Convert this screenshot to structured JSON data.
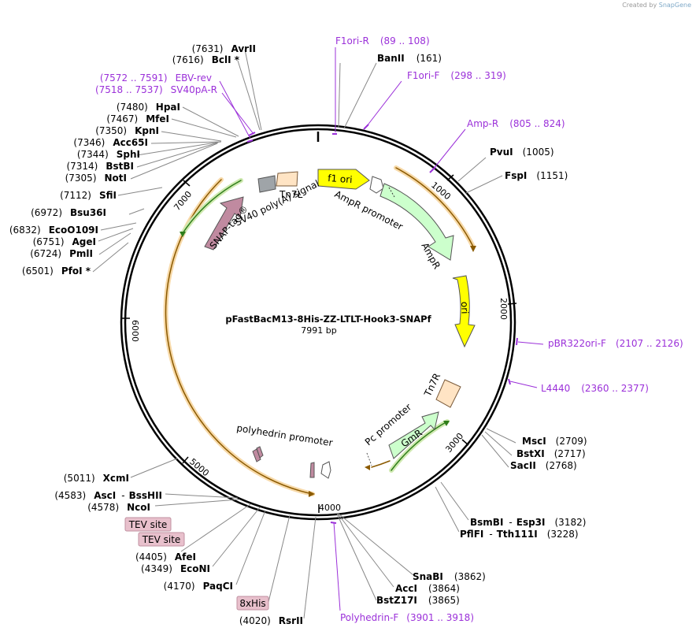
{
  "brand": {
    "created_by": "Created by",
    "logo": "SnapGene"
  },
  "plasmid": {
    "name": "pFastBacM13-8His-ZZ-LTLT-Hook3-SNAPf",
    "size": "7991 bp"
  },
  "ticks": [
    "1000",
    "2000",
    "3000",
    "4000",
    "5000",
    "6000",
    "7000"
  ],
  "features": {
    "f1ori": "f1 ori",
    "tn7l": "Tn7L",
    "ampr_promoter": "AmpR promoter",
    "sv40": "SV40 poly(A) signal",
    "snap": "SNAP-tag®",
    "ampr": "AmpR",
    "ori": "ori",
    "tn7r": "Tn7R",
    "gmr": "GmR",
    "pc_promoter": "Pc promoter",
    "polyhedrin": "polyhedrin promoter",
    "tev1": "TEV site",
    "tev2": "TEV site",
    "his8": "8xHis"
  },
  "primers": {
    "f1ori_r": {
      "name": "F1ori-R",
      "range": "(89 .. 108)"
    },
    "f1ori_f": {
      "name": "F1ori-F",
      "range": "(298 .. 319)"
    },
    "amp_r": {
      "name": "Amp-R",
      "range": "(805 .. 824)"
    },
    "pbr322": {
      "name": "pBR322ori-F",
      "range": "(2107 .. 2126)"
    },
    "l4440": {
      "name": "L4440",
      "range": "(2360 .. 2377)"
    },
    "polyhedrin_f": {
      "name": "Polyhedrin-F",
      "range": "(3901 .. 3918)"
    },
    "ebv_rev": {
      "name": "EBV-rev",
      "range": "(7572 .. 7591)"
    },
    "sv40pa_r": {
      "name": "SV40pA-R",
      "range": "(7518 .. 7537)"
    }
  },
  "sites": {
    "banii": {
      "name": "BanII",
      "pos": "(161)"
    },
    "pvui": {
      "name": "PvuI",
      "pos": "(1005)"
    },
    "fspi": {
      "name": "FspI",
      "pos": "(1151)"
    },
    "msci": {
      "name": "MscI",
      "pos": "(2709)"
    },
    "bstxi": {
      "name": "BstXI",
      "pos": "(2717)"
    },
    "sacii": {
      "name": "SacII",
      "pos": "(2768)"
    },
    "bsmbi": {
      "name": "BsmBI",
      "pos": "(3182)",
      "alt": "Esp3I"
    },
    "pflfi": {
      "name": "PflFI",
      "pos": "(3228)",
      "alt": "Tth111I"
    },
    "snabi": {
      "name": "SnaBI",
      "pos": "(3862)"
    },
    "acci": {
      "name": "AccI",
      "pos": "(3864)"
    },
    "bstz17i": {
      "name": "BstZ17I",
      "pos": "(3865)"
    },
    "rsrii": {
      "name": "RsrII",
      "pos": "(4020)"
    },
    "paqci": {
      "name": "PaqCI",
      "pos": "(4170)"
    },
    "econi": {
      "name": "EcoNI",
      "pos": "(4349)"
    },
    "afei": {
      "name": "AfeI",
      "pos": "(4405)"
    },
    "ncoi": {
      "name": "NcoI",
      "pos": "(4578)"
    },
    "asci": {
      "name": "AscI",
      "pos": "(4583)",
      "alt": "BssHII"
    },
    "xcmi": {
      "name": "XcmI",
      "pos": "(5011)"
    },
    "pfoi": {
      "name": "PfoI *",
      "pos": "(6501)"
    },
    "pmli": {
      "name": "PmlI",
      "pos": "(6724)"
    },
    "agei": {
      "name": "AgeI",
      "pos": "(6751)"
    },
    "ecoo109i": {
      "name": "EcoO109I",
      "pos": "(6832)"
    },
    "bsu36i": {
      "name": "Bsu36I",
      "pos": "(6972)"
    },
    "sfii": {
      "name": "SfiI",
      "pos": "(7112)"
    },
    "noti": {
      "name": "NotI",
      "pos": "(7305)"
    },
    "bstbi": {
      "name": "BstBI",
      "pos": "(7314)"
    },
    "sphi": {
      "name": "SphI",
      "pos": "(7344)"
    },
    "acc65i": {
      "name": "Acc65I",
      "pos": "(7346)"
    },
    "kpni": {
      "name": "KpnI",
      "pos": "(7350)"
    },
    "mfei": {
      "name": "MfeI",
      "pos": "(7467)"
    },
    "hpai": {
      "name": "HpaI",
      "pos": "(7480)"
    },
    "bcli": {
      "name": "BclI *",
      "pos": "(7616)"
    },
    "avrii": {
      "name": "AvrII",
      "pos": "(7631)"
    }
  },
  "colors": {
    "backbone": "#000000",
    "primer": "#9b30d9",
    "f1ori": "#ffff00",
    "ampr": "#ccffcc",
    "tn7": "#ffe4c4",
    "snap": "#c08aa0",
    "tag": "#e8c0cc",
    "orf": "#f5a623"
  }
}
